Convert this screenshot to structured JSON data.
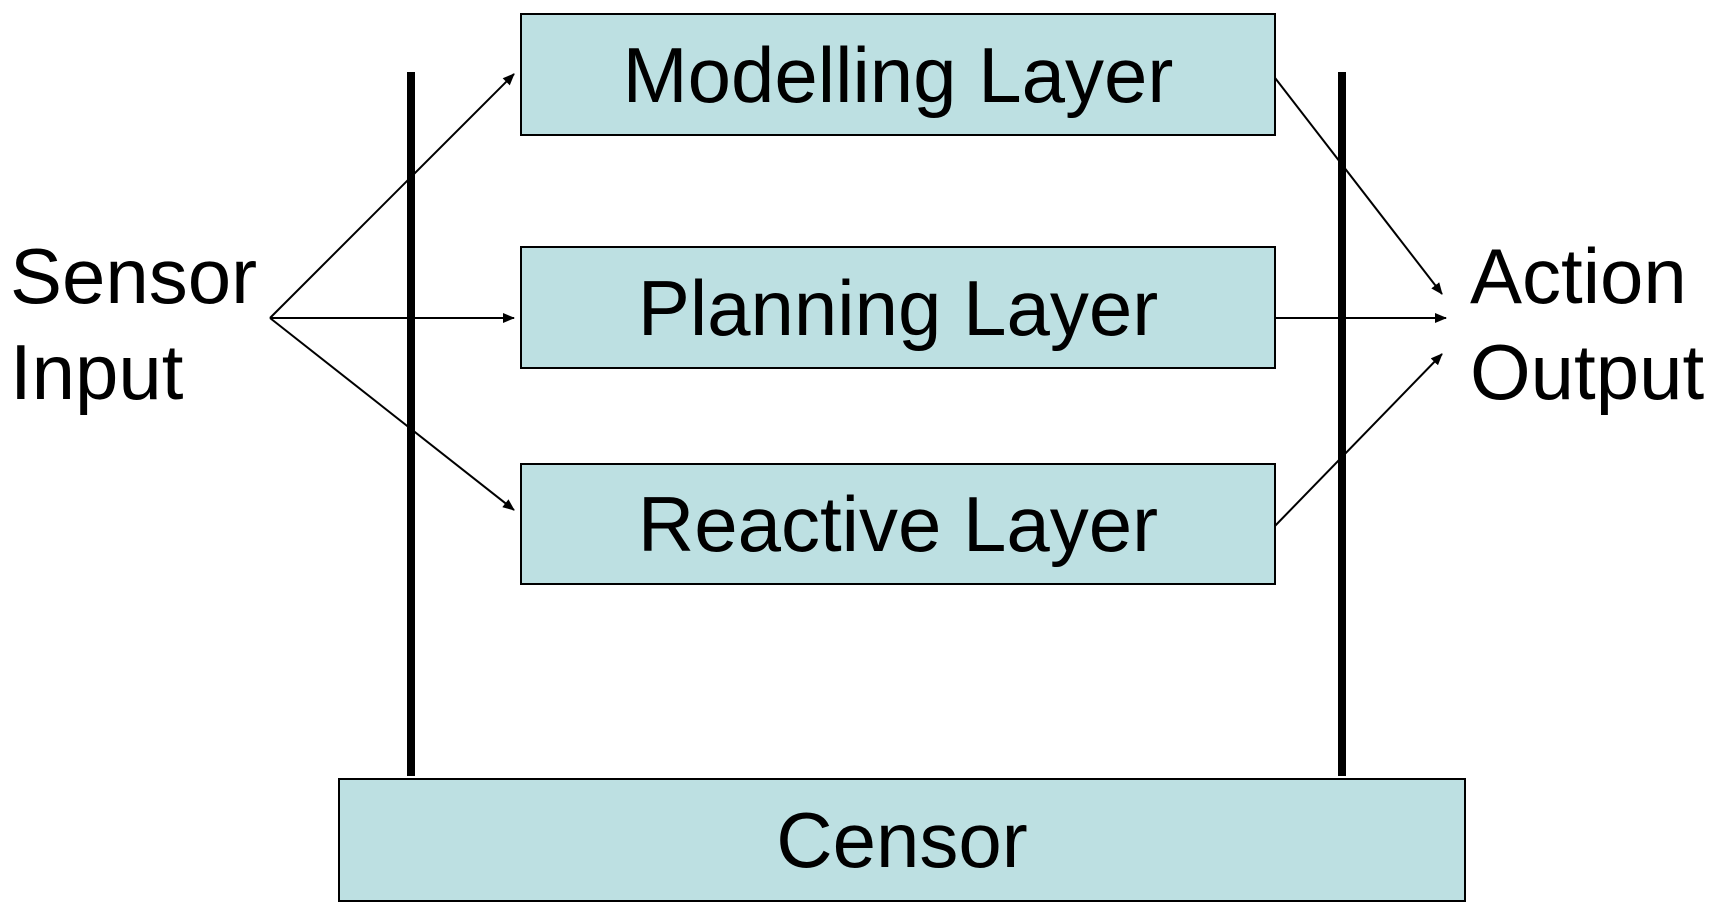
{
  "colors": {
    "box_fill": "#bde0e2",
    "stroke": "#000000",
    "background": "#ffffff"
  },
  "layers": {
    "modelling": "Modelling Layer",
    "planning": "Planning Layer",
    "reactive": "Reactive Layer",
    "censor": "Censor"
  },
  "input": {
    "line1": "Sensor",
    "line2": "Input"
  },
  "output": {
    "line1": "Action",
    "line2": "Output"
  }
}
